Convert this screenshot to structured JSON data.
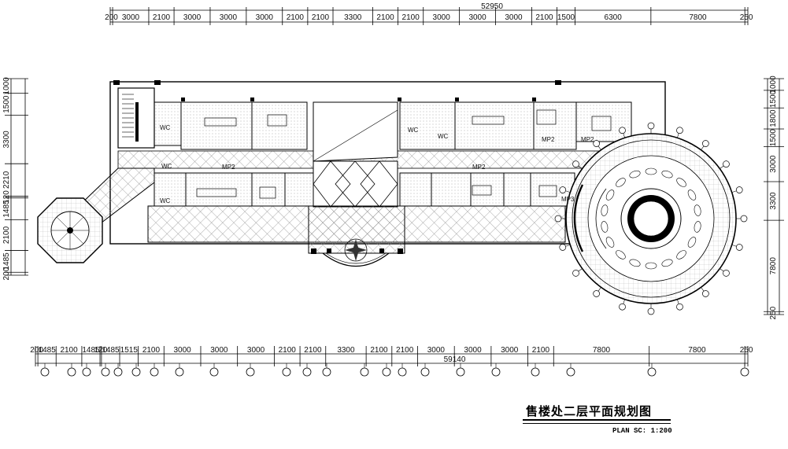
{
  "title": "售楼处二层平面规划图",
  "subtitle": "PLAN  SC: 1:200",
  "top_total": "52950",
  "bottom_total": "59140",
  "top_dims": [
    "200",
    "3000",
    "2100",
    "3000",
    "3000",
    "3000",
    "2100",
    "2100",
    "3300",
    "2100",
    "2100",
    "3000",
    "3000",
    "3000",
    "2100",
    "1500",
    "6300",
    "7800",
    "250"
  ],
  "bottom_dims": [
    "200",
    "1485",
    "2100",
    "1485",
    "120",
    "1485",
    "1515",
    "2100",
    "3000",
    "3000",
    "3000",
    "2100",
    "2100",
    "3300",
    "2100",
    "2100",
    "3000",
    "3000",
    "3000",
    "2100",
    "7800",
    "7800",
    "250"
  ],
  "left_dims": [
    "1000",
    "1500",
    "3300",
    "2210",
    "120",
    "1485",
    "2100",
    "1485",
    "200"
  ],
  "right_dims": [
    "1000",
    "1500",
    "1800",
    "1500",
    "3000",
    "3300",
    "7800",
    "250"
  ],
  "room_labels": [
    "WC",
    "WC",
    "MP2",
    "MP2",
    "MP3",
    "MP2",
    "MP2",
    "WC",
    "WC",
    "WC"
  ]
}
